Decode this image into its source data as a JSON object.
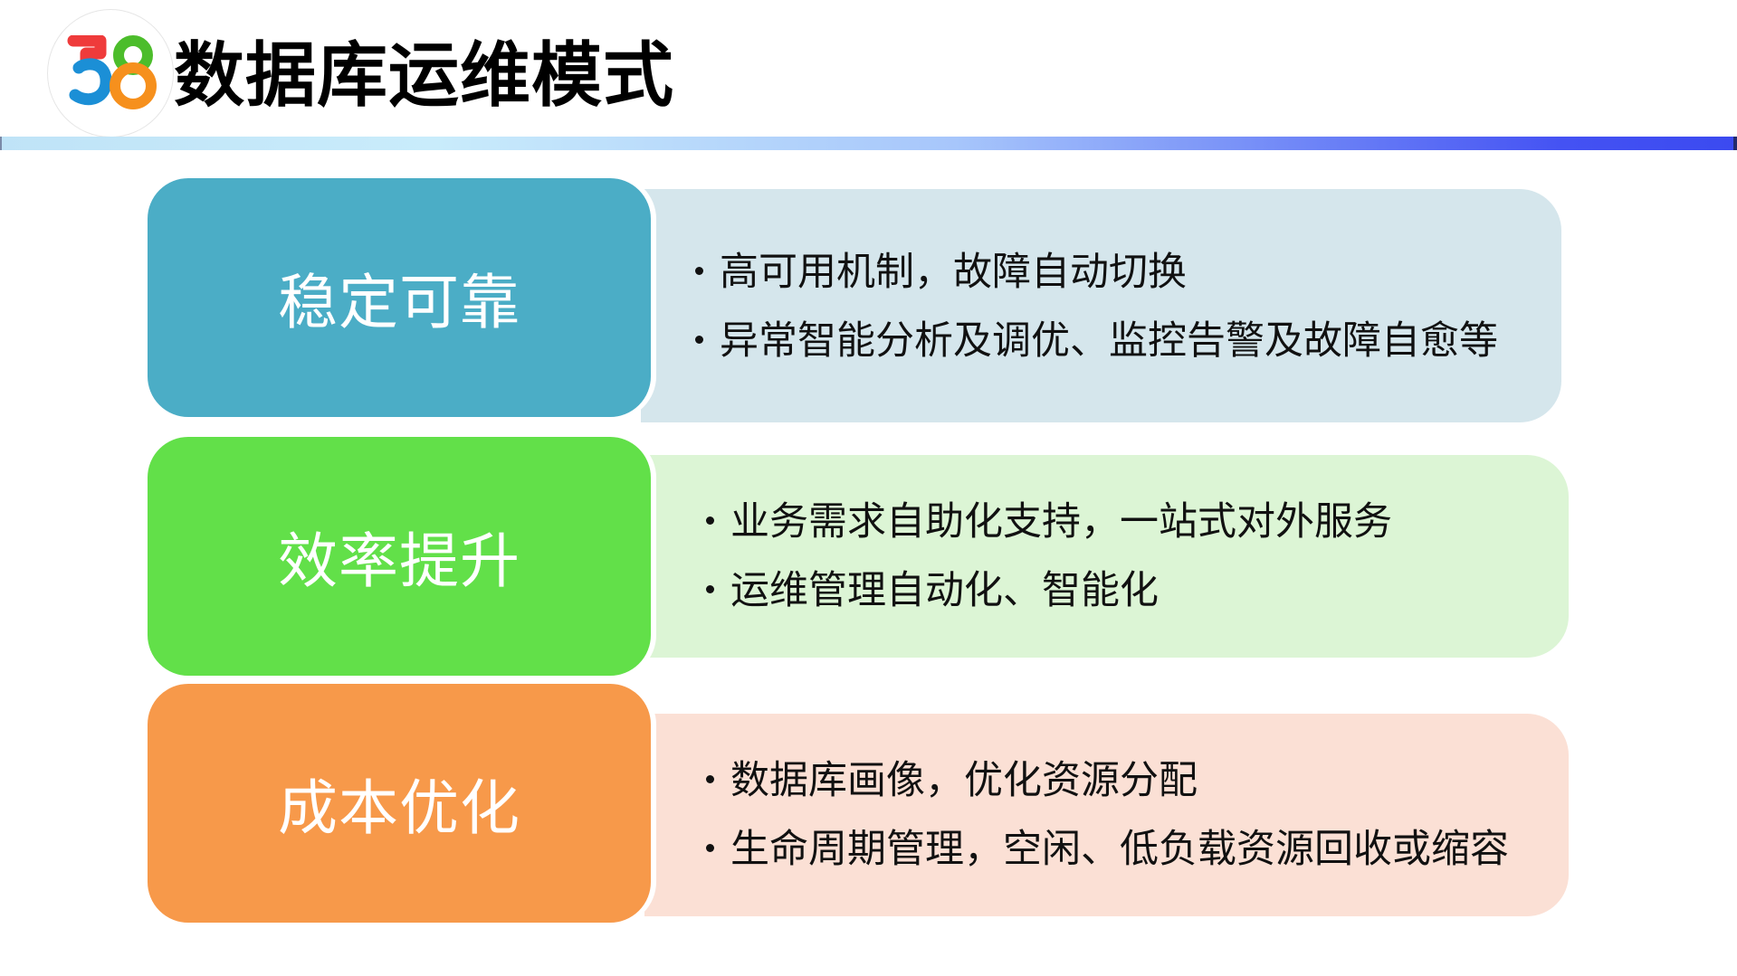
{
  "header": {
    "logo_text": "58",
    "title": "数据库运维模式"
  },
  "colors": {
    "row1_left": "#4badc6",
    "row1_right": "#d5e6ec",
    "row2_left": "#62e049",
    "row2_right": "#dcf5d5",
    "row3_left": "#f7994a",
    "row3_right": "#fbe0d5"
  },
  "rows": [
    {
      "label": "稳定可靠",
      "bullets": [
        "高可用机制，故障自动切换",
        "异常智能分析及调优、监控告警及故障自愈等"
      ]
    },
    {
      "label": "效率提升",
      "bullets": [
        "业务需求自助化支持，一站式对外服务",
        "运维管理自动化、智能化"
      ]
    },
    {
      "label": "成本优化",
      "bullets": [
        "数据库画像，优化资源分配",
        "生命周期管理，空闲、低负载资源回收或缩容"
      ]
    }
  ]
}
